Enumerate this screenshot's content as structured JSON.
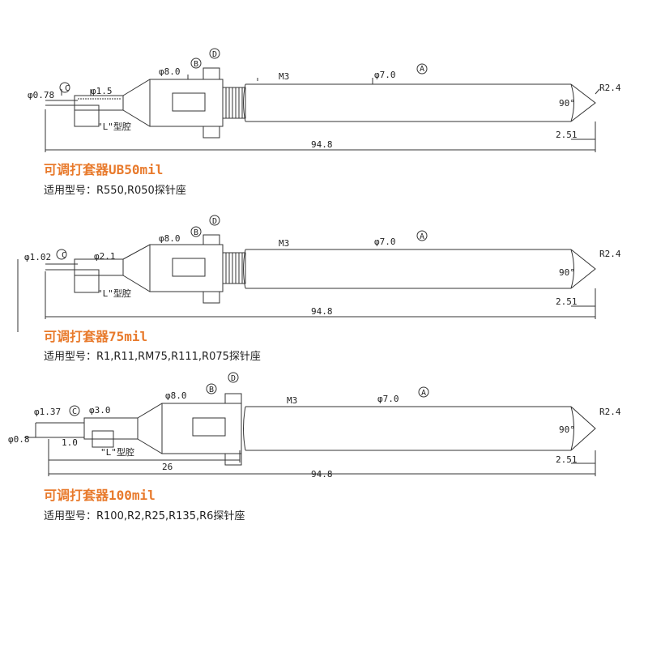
{
  "colors": {
    "line": "#333333",
    "title": "#e87a2c",
    "text": "#222222"
  },
  "probes": [
    {
      "title": "可调打套器UB50mil",
      "models": "适用型号：R550,R050探针座",
      "dims": {
        "tip_dia": "φ0.78",
        "c_label": "C",
        "sleeve_dia": "φ1.5",
        "cavity": "\"L\"型腔",
        "body_dia": "φ8.0",
        "b_label": "B",
        "d_label": "D",
        "thread": "M3",
        "main_dia": "φ7.0",
        "a_label": "A",
        "radius": "R2.4",
        "angle": "90°",
        "end_len": "2.51",
        "total_len": "94.8"
      }
    },
    {
      "title": "可调打套器75mil",
      "models": "适用型号：R1,R11,RM75,R111,R075探针座",
      "dims": {
        "tip_dia": "φ1.02",
        "c_label": "C",
        "sleeve_dia": "φ2.1",
        "cavity": "\"L\"型腔",
        "body_dia": "φ8.0",
        "b_label": "B",
        "d_label": "D",
        "thread": "M3",
        "main_dia": "φ7.0",
        "a_label": "A",
        "radius": "R2.4",
        "angle": "90°",
        "end_len": "2.51",
        "total_len": "94.8"
      }
    },
    {
      "title": "可调打套器100mil",
      "models": "适用型号：R100,R2,R25,R135,R6探针座",
      "dims": {
        "tip_dia": "φ1.37",
        "tip_dia2": "φ0.8",
        "tip_len": "1.0",
        "c_label": "C",
        "sleeve_dia": "φ3.0",
        "cavity": "\"L\"型腔",
        "body_dia": "φ8.0",
        "b_label": "B",
        "d_label": "D",
        "thread": "M3",
        "main_dia": "φ7.0",
        "a_label": "A",
        "radius": "R2.4",
        "angle": "90°",
        "end_len": "2.51",
        "front_len": "26",
        "total_len": "94.8"
      }
    }
  ]
}
